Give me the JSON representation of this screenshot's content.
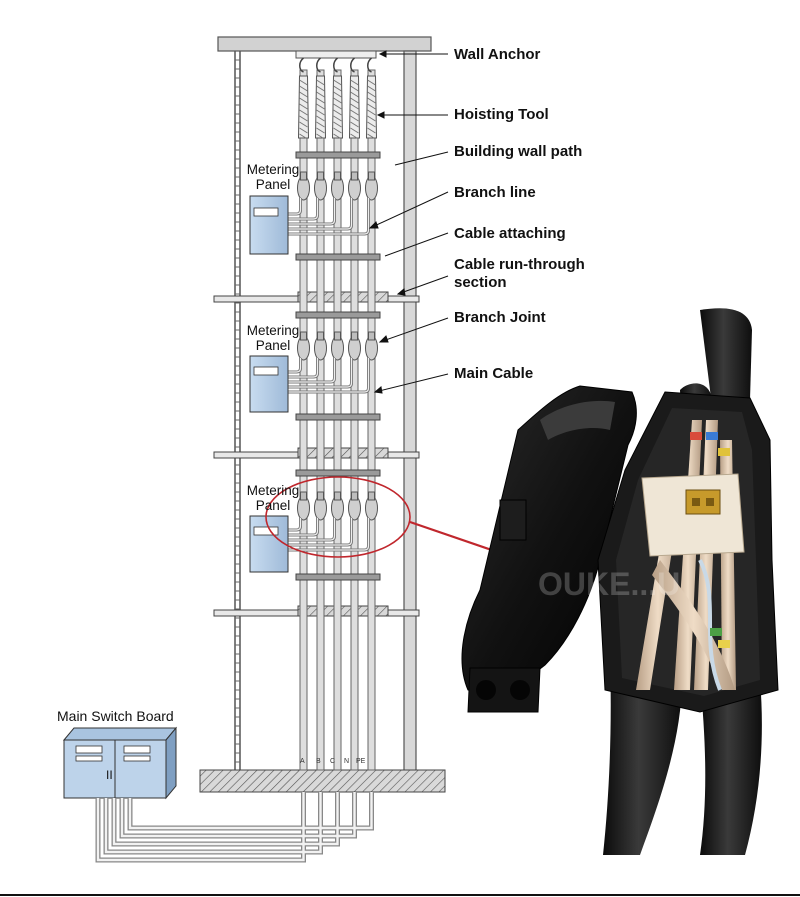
{
  "labels": {
    "wall_anchor": "Wall Anchor",
    "hoisting_tool": "Hoisting Tool",
    "building_wall_path": "Building wall path",
    "branch_line": "Branch line",
    "cable_attaching": "Cable attaching",
    "cable_run_through_1": "Cable run-through",
    "cable_run_through_2": "section",
    "branch_joint": "Branch Joint",
    "main_cable": "Main Cable"
  },
  "metering_panels": [
    {
      "line1": "Metering",
      "line2": "Panel"
    },
    {
      "line1": "Metering",
      "line2": "Panel"
    },
    {
      "line1": "Metering",
      "line2": "Panel"
    }
  ],
  "main_switch_board": "Main Switch Board",
  "phases": [
    "A",
    "B",
    "C",
    "N",
    "PE"
  ],
  "switch_board_mark": "II",
  "watermark": "OUKE...U",
  "colors": {
    "panel_blue": "#b9cfe6",
    "callout_red": "#c0272d",
    "cable_gray": "#cfcfcf",
    "joint_black": "#1c1c1c",
    "insulation_beige": "#d8c2ad"
  }
}
